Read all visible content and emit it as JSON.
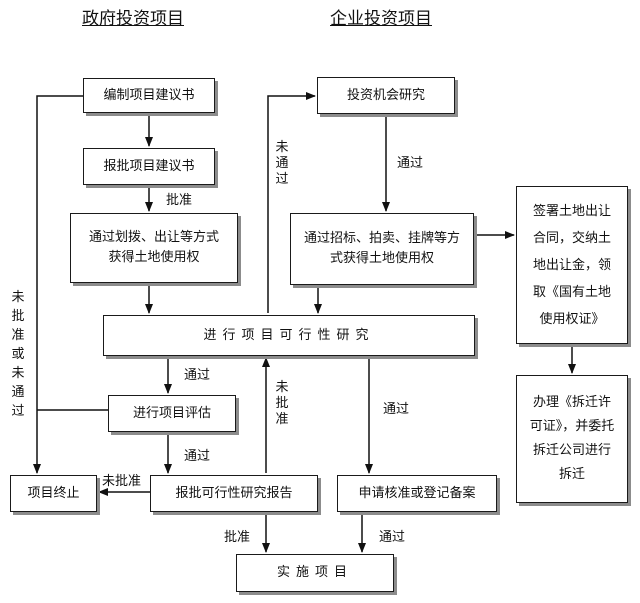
{
  "headers": {
    "government": "政府投资项目",
    "enterprise": "企业投资项目"
  },
  "boxes": {
    "compile_proposal": "编制项目建议书",
    "submit_proposal": "报批项目建议书",
    "gov_land": "通过划拨、出让等方式获得土地使用权",
    "investment_research": "投资机会研究",
    "ent_land": "通过招标、拍卖、挂牌等方式获得土地使用权",
    "land_contract": "签署土地出让合同，交纳土地出让金，领取《国有土地使用权证》",
    "feasibility_study": "进行项目可行性研究",
    "project_evaluation": "进行项目评估",
    "demolition_permit": "办理《拆迁许可证》，并委托拆迁公司进行拆迁",
    "terminate": "项目终止",
    "submit_feasibility": "报批可行性研究报告",
    "apply_approval": "申请核准或登记备案",
    "implement": "实施项目"
  },
  "labels": {
    "approved_1": "批准",
    "passed_research": "通过",
    "not_passed_top": "未通过",
    "not_approved_left": "未批准或未通过",
    "passed_study": "通过",
    "passed_evaluation": "通过",
    "not_approved_mid": "未批准",
    "not_approved_left_arrow": "未批准",
    "passed_right": "通过",
    "approved_bottom": "批准",
    "passed_bottom": "通过"
  }
}
